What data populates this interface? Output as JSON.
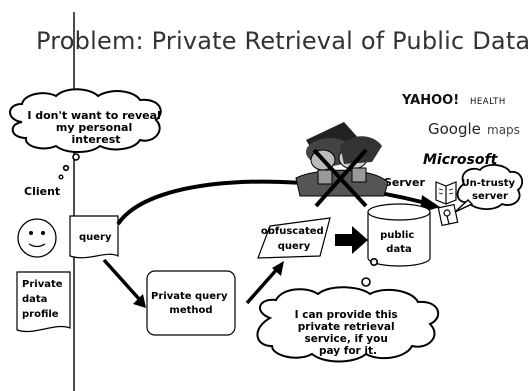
{
  "title": "Problem: Private Retrieval of Public Data",
  "client": {
    "label": "Client",
    "thought": [
      "I don't want to reveal",
      "my personal",
      "interest"
    ],
    "query_label": "query",
    "profile_label": [
      "Private",
      "data",
      "profile"
    ]
  },
  "method_label": [
    "Private query",
    "method"
  ],
  "obfuscated_query_label": [
    "obfuscated",
    "query"
  ],
  "server": {
    "label": "Server",
    "public_data_label": [
      "public",
      "data"
    ],
    "untrusty_label": [
      "Un-trusty",
      "server"
    ],
    "thought": [
      "I can provide this",
      "private retrieval",
      "service, if you",
      "pay for it."
    ]
  },
  "logos": {
    "yahoo": "YAHOO!",
    "yahoo_suffix": "HEALTH",
    "google": "Google",
    "google_suffix": "maps",
    "microsoft": "Microsoft"
  }
}
